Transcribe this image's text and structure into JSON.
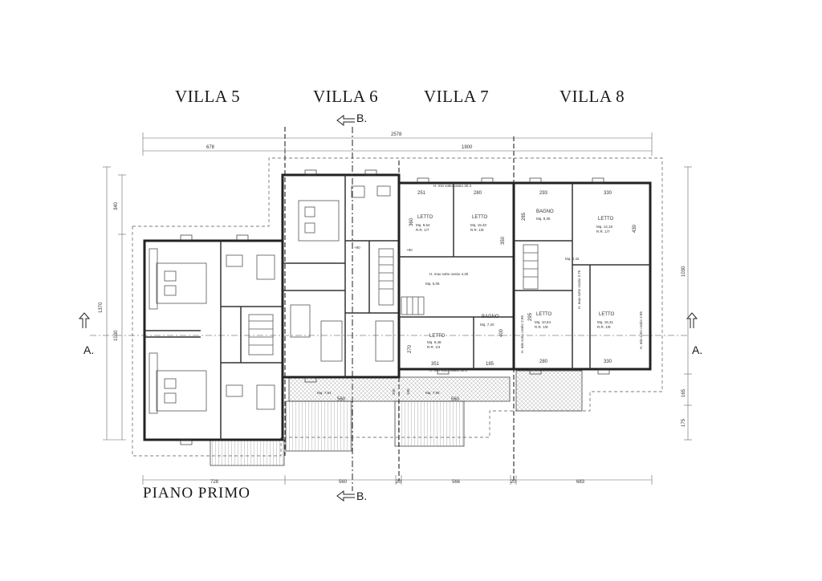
{
  "villas": [
    "VILLA 5",
    "VILLA 6",
    "VILLA 7",
    "VILLA 8"
  ],
  "plan_title": "PIANO PRIMO",
  "sections": {
    "section_a_left": "A.",
    "section_a_right": "A.",
    "section_b_top": "B.",
    "section_b_bottom": "B."
  },
  "dimensions": {
    "overall_top": "2578",
    "top_left": "678",
    "top_right": "1900",
    "bottom_1": "728",
    "bottom_2": "560",
    "bottom_3": "20",
    "bottom_4": "566",
    "bottom_5": "20",
    "bottom_6": "683",
    "left_1": "340",
    "left_2": "1370",
    "left_3": "1030",
    "right_1": "1030",
    "right_2": "165",
    "right_3": "175"
  },
  "rooms": {
    "v7_letto_1": {
      "label": "LETTO",
      "area": "Mq. 9,54",
      "ratio": "R.R. 1/7"
    },
    "v7_letto_2": {
      "label": "LETTO",
      "area": "Mq. 15,40",
      "ratio": "R.R. 1/8"
    },
    "v7_disimpegno_area": "Mq. 5,06",
    "v7_letto_3": {
      "label": "LETTO",
      "area": "Mq. 9,48",
      "ratio": "R.R. 1/4"
    },
    "v7_bagno": {
      "label": "BAGNO",
      "area": "Mq. 7,20"
    },
    "v8_bagno": {
      "label": "BAGNO",
      "area": "Mq. 8,35"
    },
    "v8_letto_1": {
      "label": "LETTO",
      "area": "Mq. 14,18",
      "ratio": "R.R. 1/7"
    },
    "v8_disimpegno_area": "Mq. 2,42",
    "v8_letto_2": {
      "label": "LETTO",
      "area": "Mq. 10,64",
      "ratio": "R.R. 1/8"
    },
    "v8_letto_3": {
      "label": "LETTO",
      "area": "Mq. 16,31",
      "ratio": "R.R. 1/8"
    },
    "balcony_1": "Mq. 7,94",
    "balcony_2": "Mq. 7,95"
  },
  "notes": {
    "h_min_top": "H. min sotto ossito 30.3",
    "h_max": "H. max sotto ossito 4.30",
    "h_min_bottom": "H. min sotto ossito 30.3",
    "h_max_v8": "H. max sotto ossito 3.75",
    "h_min_v8_mid": "H. min sotto ossito 2.85",
    "h_min_v8_right": "H. min sotto ossito 2.85",
    "level_1": "+90",
    "level_2": "+80"
  },
  "room_dims": {
    "d251": "251",
    "d280a": "280",
    "d293": "293",
    "d330a": "330",
    "d360": "360",
    "d350": "350",
    "d285": "285",
    "d430": "430",
    "d270": "270",
    "d400": "400",
    "d295": "295",
    "d351": "351",
    "d185": "185",
    "d280b": "280",
    "d330b": "330",
    "d200": "200",
    "d180": "180",
    "d560b": "560",
    "d560c": "560"
  }
}
